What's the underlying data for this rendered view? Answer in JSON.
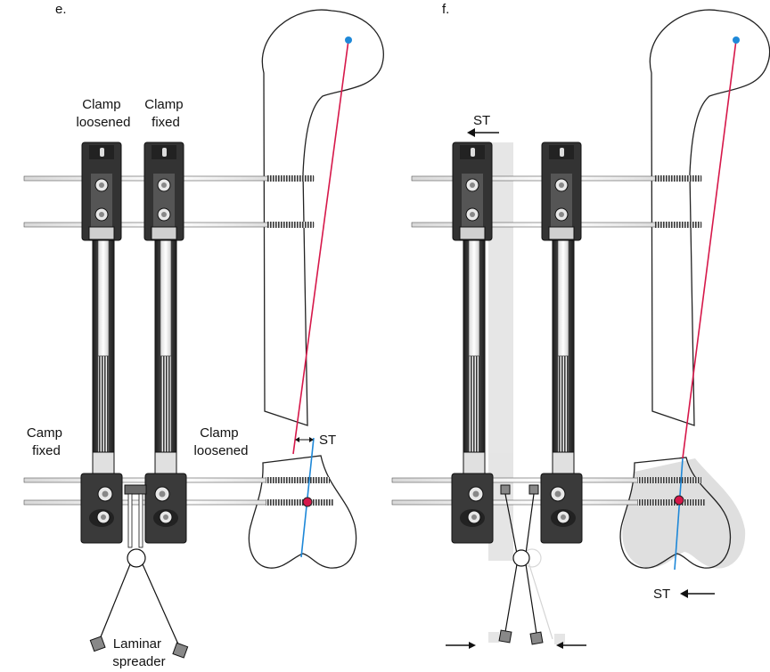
{
  "panel_e": {
    "letter": "e.",
    "clamp_top_left": [
      "Clamp",
      "loosened"
    ],
    "clamp_top_right": [
      "Clamp",
      "fixed"
    ],
    "clamp_bottom_left": [
      "Camp",
      "fixed"
    ],
    "clamp_bottom_right": [
      "Clamp",
      "loosened"
    ],
    "shift_label": "ST",
    "spreader_label": [
      "Laminar",
      "spreader"
    ]
  },
  "panel_f": {
    "letter": "f.",
    "shift_label_top": "ST",
    "shift_label_bottom": "ST"
  },
  "colors": {
    "mechanical_axis": "#d6184a",
    "distal_axis": "#1e88d8",
    "hip_center": "#1e88d8",
    "knee_center": "#d6184a",
    "frame_dark": "#333333",
    "ghost": "#dcdcdc"
  }
}
